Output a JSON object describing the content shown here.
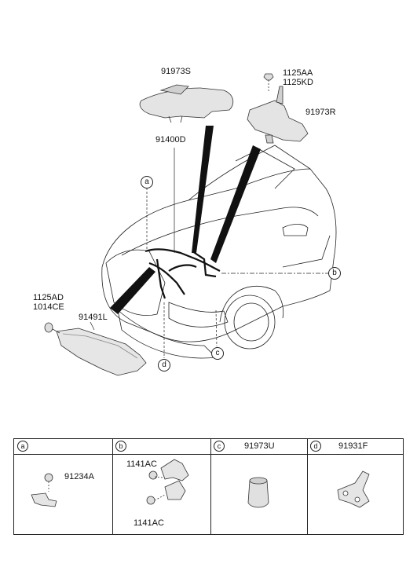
{
  "labels": {
    "part_91973S": "91973S",
    "part_1125AA": "1125AA",
    "part_1125KD": "1125KD",
    "part_91973R": "91973R",
    "part_91400D": "91400D",
    "part_1125AD": "1125AD",
    "part_1014CE": "1014CE",
    "part_91491L": "91491L"
  },
  "callouts": {
    "a": "a",
    "b": "b",
    "c": "c",
    "d": "d"
  },
  "legend": {
    "columns": [
      {
        "tag": "a",
        "caption": "",
        "parts": [
          "91234A"
        ]
      },
      {
        "tag": "b",
        "caption": "",
        "parts": [
          "1141AC",
          "1141AC"
        ]
      },
      {
        "tag": "c",
        "caption": "91973U",
        "parts": []
      },
      {
        "tag": "d",
        "caption": "91931F",
        "parts": []
      }
    ]
  }
}
